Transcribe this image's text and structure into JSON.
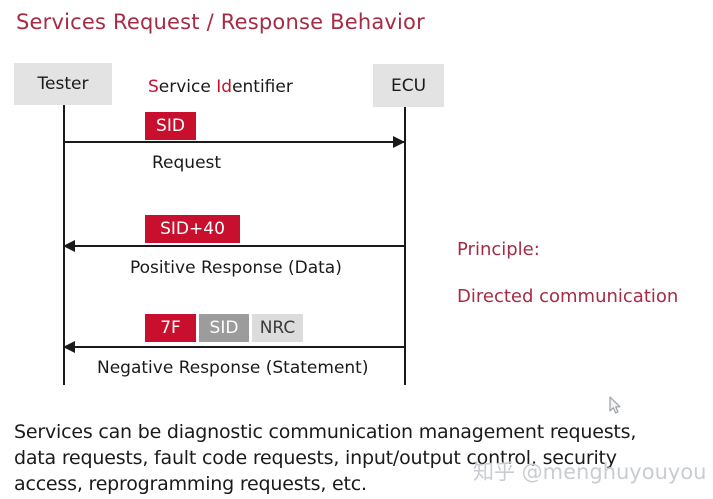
{
  "title": "Services Request / Response Behavior",
  "diagram": {
    "actors": {
      "tester": "Tester",
      "ecu": "ECU"
    },
    "service_identifier": {
      "part1_red": "S",
      "part2": "ervice ",
      "part3_red": "Id",
      "part4": "entifier"
    },
    "messages": [
      {
        "direction": "right",
        "badges": [
          {
            "label": "SID",
            "style": "red"
          }
        ],
        "label": "Request"
      },
      {
        "direction": "left",
        "badges": [
          {
            "label": "SID+40",
            "style": "red"
          }
        ],
        "label": "Positive Response (Data)"
      },
      {
        "direction": "left",
        "badges": [
          {
            "label": "7F",
            "style": "red"
          },
          {
            "label": "SID",
            "style": "gray"
          },
          {
            "label": "NRC",
            "style": "lightgray"
          }
        ],
        "label": "Negative Response (Statement)"
      }
    ]
  },
  "principle": {
    "heading": "Principle:",
    "text": "Directed communication"
  },
  "body_text": {
    "line1": "Services can be diagnostic communication management requests,",
    "line2": "data requests, fault code requests, input/output control, security",
    "line3": "access, reprogramming requests, etc."
  },
  "watermark": "知乎 @menghuyouyou",
  "colors": {
    "accent_red": "#c8102e",
    "heading_red": "#a62b45",
    "badge_gray": "#9c9c9c",
    "badge_lightgray": "#dcdcdc",
    "actor_box_gray": "#e3e3e3"
  }
}
